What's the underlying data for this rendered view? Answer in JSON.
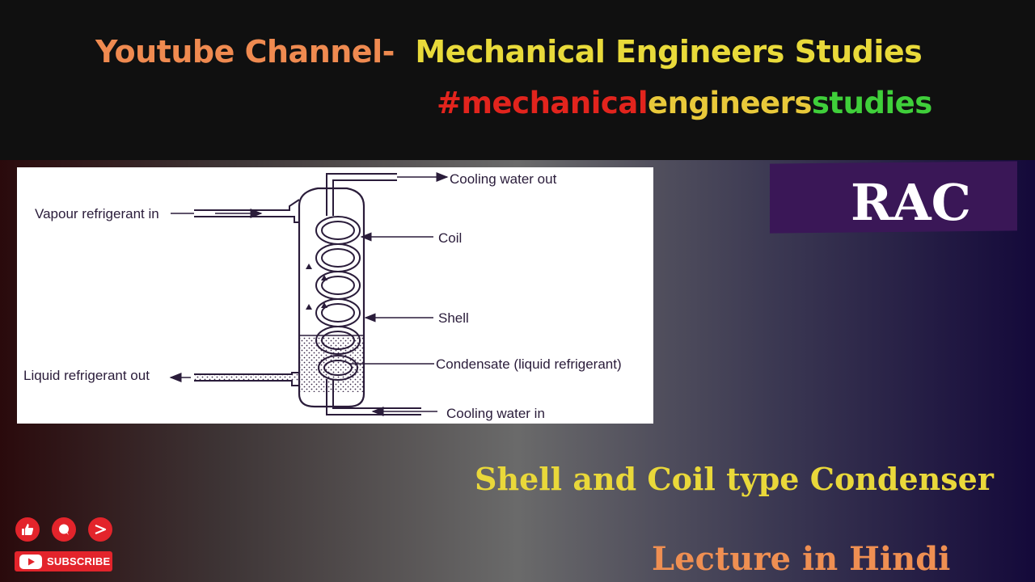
{
  "header": {
    "channel_prefix": "Youtube Channel-",
    "channel_name": "Mechanical Engineers Studies",
    "hashtag_part1": "#mechanical",
    "hashtag_part2": "engineers",
    "hashtag_part3": "studies"
  },
  "diagram": {
    "labels": {
      "cooling_water_out": "Cooling water out",
      "vapour_in": "Vapour refrigerant in",
      "coil": "Coil",
      "shell": "Shell",
      "condensate": "Condensate (liquid refrigerant)",
      "liquid_out": "Liquid refrigerant out",
      "cooling_water_in": "Cooling water in"
    }
  },
  "badge": {
    "subject": "RAC"
  },
  "title": "Shell and Coil type Condenser",
  "subtitle": "Lecture in Hindi",
  "social": {
    "like_icon": "thumbs-up-icon",
    "comment_icon": "comment-icon",
    "share_icon": "share-icon",
    "subscribe_label": "SUBSCRIBE"
  },
  "colors": {
    "header_orange": "#ef8a50",
    "header_yellow": "#e9da3a",
    "hashtag_red": "#e2241d",
    "hashtag_yellow": "#e9c93a",
    "hashtag_green": "#3fcf3a",
    "badge_purple": "#3a1757",
    "youtube_red": "#e3242b"
  }
}
